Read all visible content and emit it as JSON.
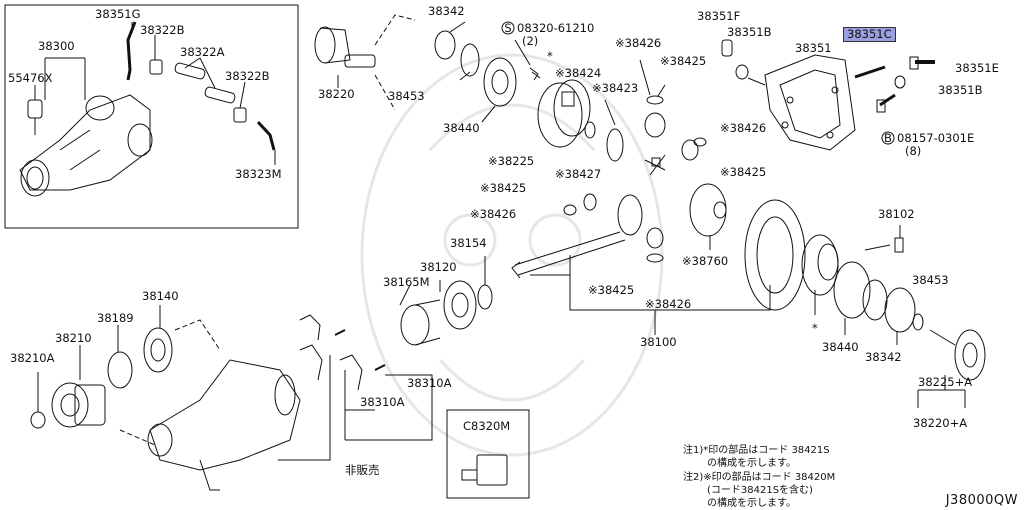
{
  "highlight_color": "#9a9fe0",
  "labels": {
    "p38351G": "38351G",
    "p38322B_a": "38322B",
    "p38300": "38300",
    "p38322A": "38322A",
    "p55476X": "55476X",
    "p38322B_b": "38322B",
    "p38323M": "38323M",
    "p38342_top": "38342",
    "p08320": "08320-61210",
    "p08320_qty": "(2)",
    "p38220": "38220",
    "p38453_top": "38453",
    "p38440_top": "38440",
    "star_top": "*",
    "p38424": "※38424",
    "p38423": "※38423",
    "p38426_a": "※38426",
    "p38425_a": "※38425",
    "p38225": "※38225",
    "p38351F": "38351F",
    "p38351B_top": "38351B",
    "p38351": "38351",
    "p38351C": "38351C",
    "p38351E": "38351E",
    "p38351B_r": "38351B",
    "p08157": "08157-0301E",
    "p08157_qty": "(8)",
    "p38426_b": "※38426",
    "p38425_b": "※38425",
    "p38427": "※38427",
    "p38425_c": "※38425",
    "p38426_c": "※38426",
    "p38154": "38154",
    "p38120": "38120",
    "p38165M": "38165M",
    "p38760": "※38760",
    "p38425_d": "※38425",
    "p38426_d": "※38426",
    "p38100": "38100",
    "p38102": "38102",
    "p38453_r": "38453",
    "star_r": "*",
    "p38440_r": "38440",
    "p38342_r": "38342",
    "p38225A": "38225+A",
    "p38220A": "38220+A",
    "p38140": "38140",
    "p38189": "38189",
    "p38210": "38210",
    "p38210A": "38210A",
    "p38310A_a": "38310A",
    "p38310A_b": "38310A",
    "not_sold": "非販売",
    "pC8320M": "C8320M"
  },
  "symbols": {
    "s_circle": "S",
    "b_circle": "B"
  },
  "notes": {
    "n1": "注1)*印の部品はコード 38421S",
    "n2": "の構成を示します。",
    "n3": "注2)※印の部品はコード 38420M",
    "n4": "(コード38421Sを含む)",
    "n5": "の構成を示します。"
  },
  "diagram_code": "J38000QW"
}
